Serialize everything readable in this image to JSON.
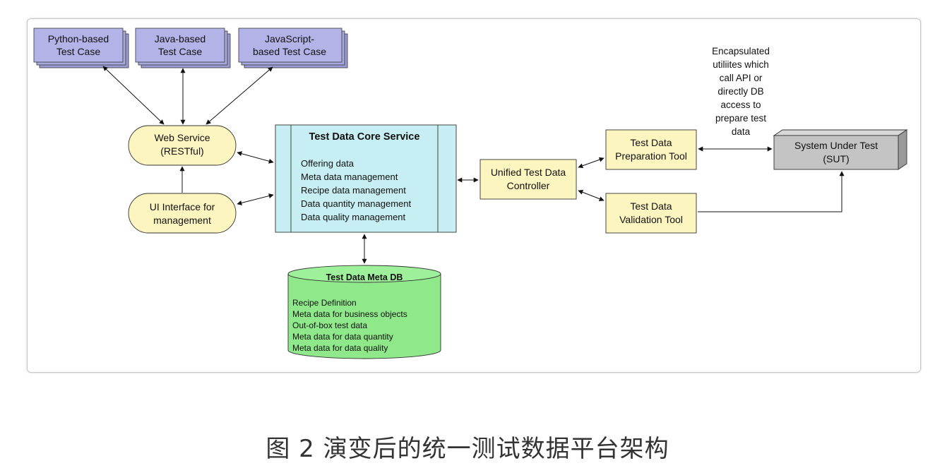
{
  "diagram": {
    "test_cases": [
      {
        "line1": "Python-based",
        "line2": "Test Case"
      },
      {
        "line1": "Java-based",
        "line2": "Test Case"
      },
      {
        "line1": "JavaScript-",
        "line2": "based Test Case"
      }
    ],
    "web_service": {
      "line1": "Web Service",
      "line2": "(RESTful)"
    },
    "ui_interface": {
      "line1": "UI Interface for",
      "line2": "management"
    },
    "core_service": {
      "title": "Test Data Core Service",
      "items": [
        "Offering data",
        "Meta data management",
        "Recipe data management",
        "Data quantity management",
        "Data quality management"
      ]
    },
    "meta_db": {
      "title": "Test Data Meta DB",
      "items": [
        "Recipe Definition",
        "Meta data for business objects",
        "Out-of-box test data",
        "Meta data for data quantity",
        "Meta data for data quality"
      ]
    },
    "controller": {
      "line1": "Unified Test Data",
      "line2": "Controller"
    },
    "prep_tool": {
      "line1": "Test Data",
      "line2": "Preparation Tool"
    },
    "validation_tool": {
      "line1": "Test Data",
      "line2": "Validation Tool"
    },
    "sut": {
      "line1": "System Under Test",
      "line2": "(SUT)"
    },
    "annotation": [
      "Encapsulated",
      "utiliites which",
      "call API or",
      "directly DB",
      "access to",
      "prepare test",
      "data"
    ],
    "colors": {
      "test_case_fill": "#b3b3e8",
      "rounded_fill": "#fdf5c0",
      "core_fill": "#c7eef2",
      "tool_fill": "#fdf5c0",
      "db_fill": "#8fe88a",
      "sut_fill": "#c4c4c4"
    }
  },
  "caption": "图 2 演变后的统一测试数据平台架构"
}
